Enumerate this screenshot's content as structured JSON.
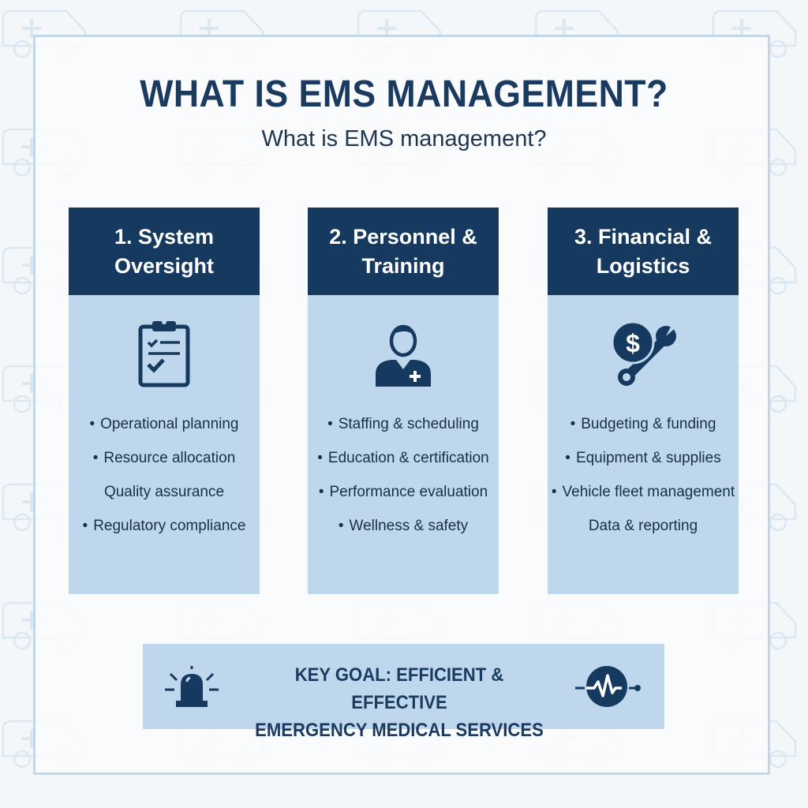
{
  "header": {
    "title": "WHAT IS EMS MANAGEMENT?",
    "subtitle": "What is EMS management?"
  },
  "cards": [
    {
      "title": "1. System Oversight",
      "icon": "clipboard-checklist-icon",
      "items": [
        {
          "text": "Operational planning",
          "bullet": true
        },
        {
          "text": "Resource allocation",
          "bullet": true
        },
        {
          "text": "Quality assurance",
          "bullet": false
        },
        {
          "text": "Regulatory compliance",
          "bullet": true
        }
      ]
    },
    {
      "title": "2. Personnel & Training",
      "icon": "medic-person-icon",
      "items": [
        {
          "text": "Staffing & scheduling",
          "bullet": true
        },
        {
          "text": "Education & certification",
          "bullet": true
        },
        {
          "text": "Performance evaluation",
          "bullet": true
        },
        {
          "text": "Wellness & safety",
          "bullet": true
        }
      ]
    },
    {
      "title": "3. Financial & Logistics",
      "icon": "dollar-wrench-icon",
      "items": [
        {
          "text": "Budgeting & funding",
          "bullet": true
        },
        {
          "text": "Equipment & supplies",
          "bullet": true
        },
        {
          "text": "Vehicle fleet management",
          "bullet": true
        },
        {
          "text": "Data & reporting",
          "bullet": false
        }
      ]
    }
  ],
  "goal": {
    "line1": "KEY GOAL: EFFICIENT & EFFECTIVE",
    "line2": "EMERGENCY MEDICAL SERVICES",
    "left_icon": "siren-light-icon",
    "right_icon": "heartbeat-monitor-icon"
  },
  "colors": {
    "navy": "#163a5f",
    "card_fill": "#bed7ec",
    "frame_border": "#c3d7e8",
    "background": "#f4f7fa"
  }
}
